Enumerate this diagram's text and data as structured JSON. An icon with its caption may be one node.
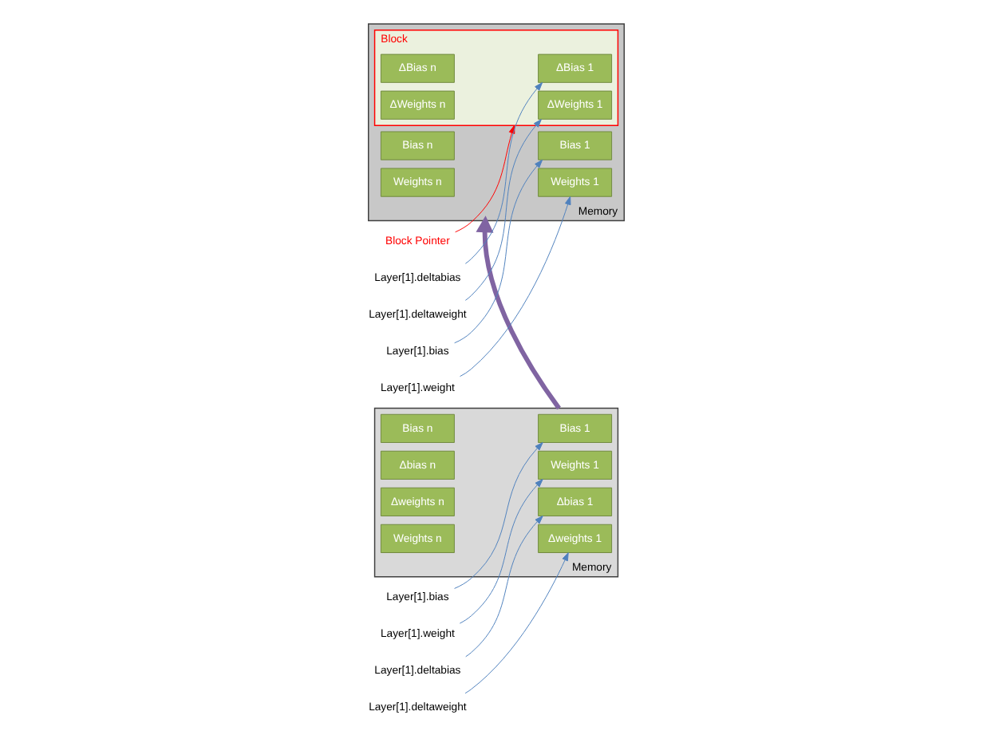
{
  "diagram": {
    "nodes": [
      {
        "text": [
          "Memory"
        ]
      },
      {
        "text": [
          "Bias 1"
        ],
        "in": 0
      },
      {
        "text": [
          "Weights 1"
        ],
        "in": 0
      },
      {
        "text": [
          "Δbias 1"
        ],
        "in": 0
      },
      {
        "text": [
          "Δweights 1"
        ],
        "in": 0
      },
      {
        "text": [
          "Bias n"
        ],
        "in": 0
      },
      {
        "text": [
          "Δbias n"
        ],
        "in": 0
      },
      {
        "text": [
          "Δweights n"
        ],
        "in": 0
      },
      {
        "text": [
          "Weights n"
        ],
        "in": 0
      },
      {
        "text": [
          "Layer[1].bias"
        ]
      },
      {
        "text": [
          "Layer[1].weight"
        ]
      },
      {
        "text": [
          "Layer[1].deltabias"
        ]
      },
      {
        "text": [
          "Layer[1].deltaweight"
        ]
      },
      {
        "text": [
          "Memory"
        ]
      },
      {
        "text": [
          "Bias 1"
        ],
        "in": 13
      },
      {
        "text": [
          "Weights 1"
        ],
        "in": 13
      },
      {
        "text": [
          "Bias n"
        ],
        "in": 13
      },
      {
        "text": [
          "Weights n"
        ],
        "in": 13
      },
      {
        "text": [
          "Block"
        ],
        "in": 13
      },
      {
        "text": [
          "ΔBias 1"
        ],
        "in": 18
      },
      {
        "text": [
          "ΔWeights 1"
        ],
        "in": 18
      },
      {
        "text": [
          "ΔBias n"
        ],
        "in": 18
      },
      {
        "text": [
          "ΔWeights n"
        ],
        "in": 18
      },
      {
        "text": [
          "Block Pointer"
        ]
      },
      {
        "text": [
          "Layer[1].bias"
        ]
      },
      {
        "text": [
          "Layer[1].weight"
        ]
      },
      {
        "text": [
          "Layer[1].deltabias"
        ]
      },
      {
        "text": [
          "Layer[1].deltaweight"
        ]
      }
    ],
    "edges": [
      {
        "from": 9,
        "to": 1,
        "arrow": "to"
      },
      {
        "from": 10,
        "to": 2,
        "arrow": "to"
      },
      {
        "from": 11,
        "to": 3,
        "arrow": "to"
      },
      {
        "from": 12,
        "to": 4,
        "arrow": "to"
      },
      {
        "from": 0,
        "to": 13,
        "arrow": "to",
        "style": "thick",
        "color": "#8064a2"
      },
      {
        "from": 23,
        "to": 18,
        "arrow": "to",
        "color": "#ff0000"
      },
      {
        "from": 24,
        "to": 14,
        "arrow": "to"
      },
      {
        "from": 25,
        "to": 15,
        "arrow": "to"
      },
      {
        "from": 26,
        "to": 19,
        "arrow": "to"
      },
      {
        "from": 27,
        "to": 20,
        "arrow": "to"
      }
    ]
  }
}
